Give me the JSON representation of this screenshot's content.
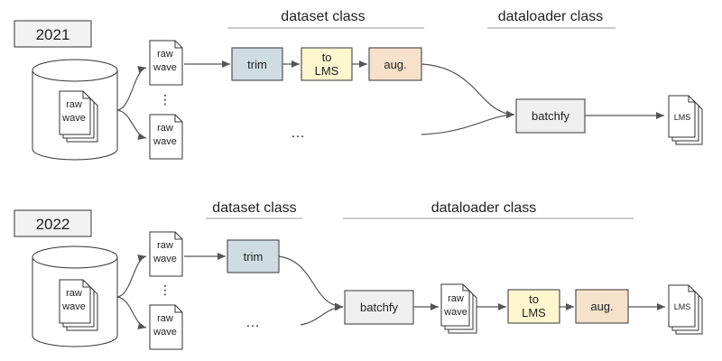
{
  "colors": {
    "trim": "#cfdde3",
    "to_lms": "#fdf6cf",
    "aug": "#f6e1ca",
    "batchfy": "#efefef",
    "year_box": "#f2f2f2",
    "stroke": "#333333",
    "rule": "#999999",
    "arrow": "#555555"
  },
  "top": {
    "year": "2021",
    "dataset_label": "dataset class",
    "dataloader_label": "dataloader class",
    "db_doc_line1": "raw",
    "db_doc_line2": "wave",
    "doc_a_line1": "raw",
    "doc_a_line2": "wave",
    "doc_b_line1": "raw",
    "doc_b_line2": "wave",
    "vdots": "⋮",
    "trim": "trim",
    "to_lms_line1": "to",
    "to_lms_line2": "LMS",
    "aug": "aug.",
    "ellipsis": "…",
    "batchfy": "batchfy",
    "lms": "LMS"
  },
  "bottom": {
    "year": "2022",
    "dataset_label": "dataset class",
    "dataloader_label": "dataloader class",
    "db_doc_line1": "raw",
    "db_doc_line2": "wave",
    "doc_a_line1": "raw",
    "doc_a_line2": "wave",
    "doc_b_line1": "raw",
    "doc_b_line2": "wave",
    "vdots": "⋮",
    "trim": "trim",
    "ellipsis": "…",
    "batchfy": "batchfy",
    "mid_doc_line1": "raw",
    "mid_doc_line2": "wave",
    "to_lms_line1": "to",
    "to_lms_line2": "LMS",
    "aug": "aug.",
    "lms": "LMS"
  }
}
